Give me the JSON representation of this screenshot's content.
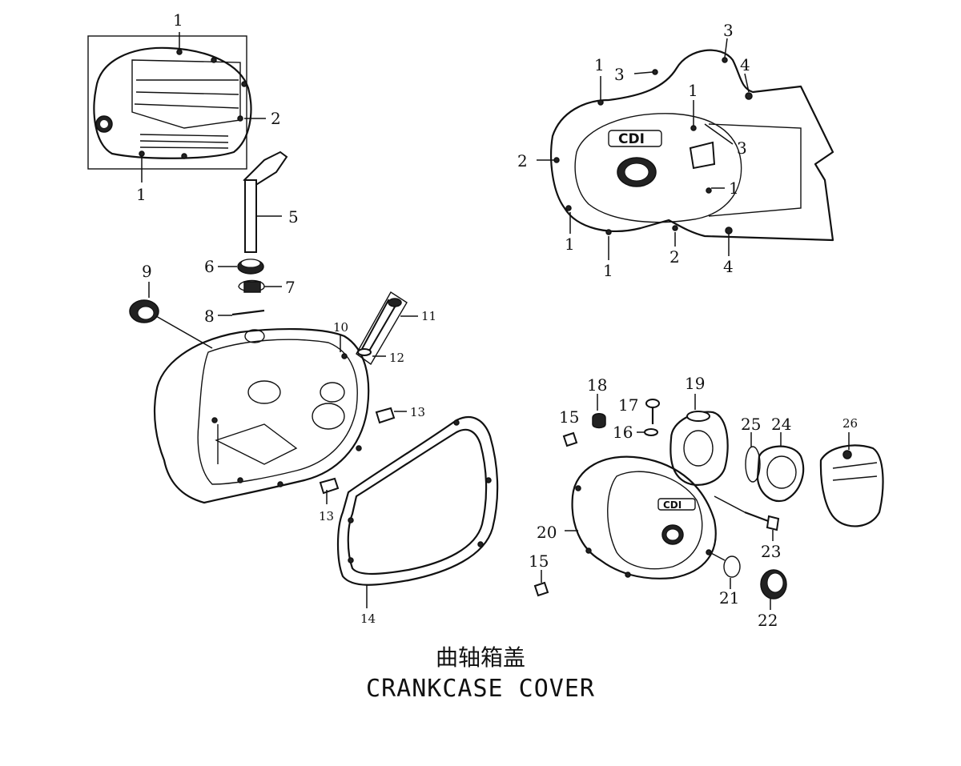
{
  "title_cn": "曲轴箱盖",
  "title_en": "CRANKCASE COVER",
  "cdi_label": "CDI",
  "callouts": {
    "c1_top": "1",
    "c2_left_cover": "2",
    "c1_bottom": "1",
    "c5": "5",
    "c6": "6",
    "c7": "7",
    "c8": "8",
    "c9": "9",
    "c10": "10",
    "c11": "11",
    "c12": "12",
    "c13_a": "13",
    "c13_b": "13",
    "c14": "14",
    "r1_a": "1",
    "r3_a": "3",
    "r3_b": "3",
    "r4_a": "4",
    "r2_a": "2",
    "r1_b": "1",
    "r3_c": "3",
    "r1_c": "1",
    "r1_d": "1",
    "r1_e": "1",
    "r2_b": "2",
    "r4_b": "4",
    "c15_a": "15",
    "c18": "18",
    "c17": "17",
    "c16": "16",
    "c19": "19",
    "c25": "25",
    "c24": "24",
    "c26": "26",
    "c20": "20",
    "c23": "23",
    "c15_b": "15",
    "c21": "21",
    "c22": "22"
  }
}
